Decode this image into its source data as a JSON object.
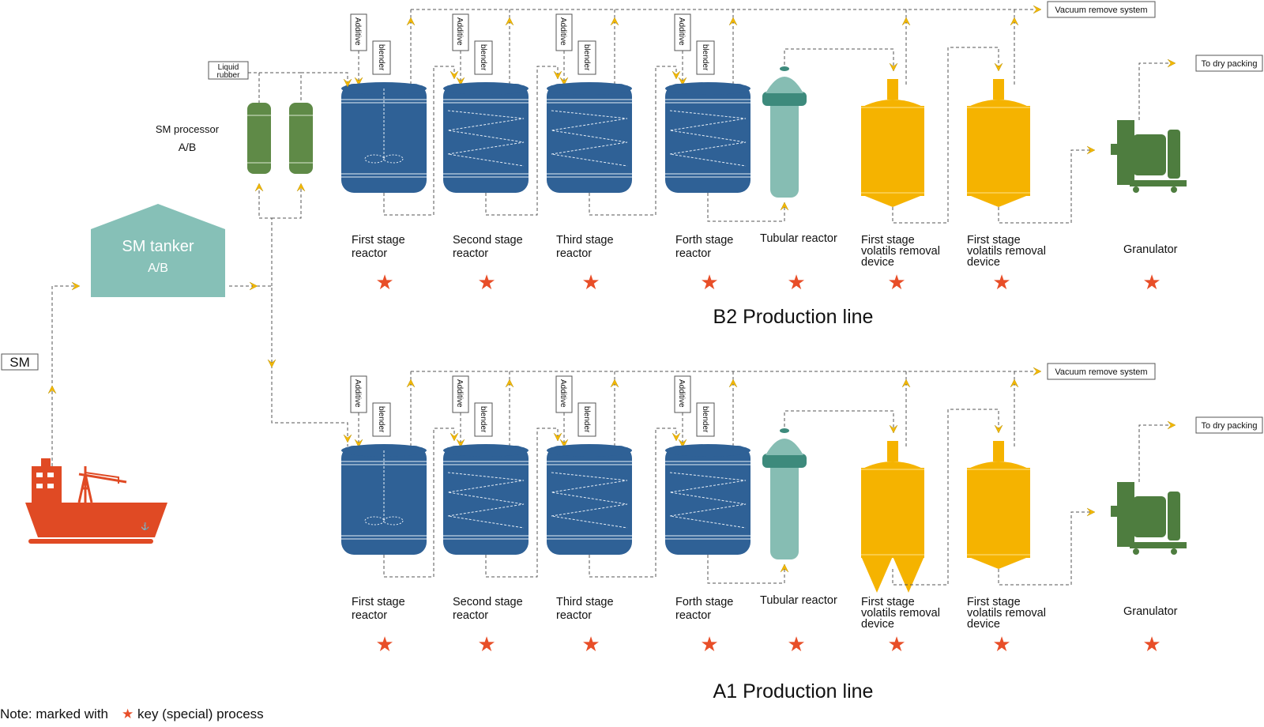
{
  "sm_label": "SM",
  "tanker": {
    "title": "SM tanker",
    "sub": "A/B"
  },
  "processor": {
    "title": "SM processor",
    "sub": "A/B"
  },
  "liquid_rubber": "Liquid rubber",
  "additive": "Additive",
  "blender": "blender",
  "vacuum": "Vacuum remove system",
  "dry_packing": "To dry packing",
  "units": [
    {
      "line1": "First stage",
      "line2": "reactor"
    },
    {
      "line1": "Second stage",
      "line2": "reactor"
    },
    {
      "line1": "Third stage",
      "line2": "reactor"
    },
    {
      "line1": "Forth stage",
      "line2": "reactor"
    },
    {
      "line1": "Tubular reactor",
      "line2": ""
    },
    {
      "line1": "First stage",
      "line2": "volatils removal",
      "line3": "device"
    },
    {
      "line1": "First stage",
      "line2": "volatils removal",
      "line3": "device"
    },
    {
      "line1": "Granulator",
      "line2": ""
    }
  ],
  "lines": [
    {
      "title": "B2 Production line"
    },
    {
      "title": "A1 Production line"
    }
  ],
  "note": {
    "prefix": "Note: marked with",
    "suffix": "key (special) process"
  },
  "colors": {
    "reactor": "#2f6196",
    "tubular": "#86bdb3",
    "tubular_cap": "#3d8a7c",
    "devol": "#f5b300",
    "granulator": "#4e7d3f",
    "processor": "#5f8a47",
    "tanker": "#86c0b7",
    "ship": "#e04a24",
    "star": "#e84e28",
    "arrow": "#f2b705"
  }
}
